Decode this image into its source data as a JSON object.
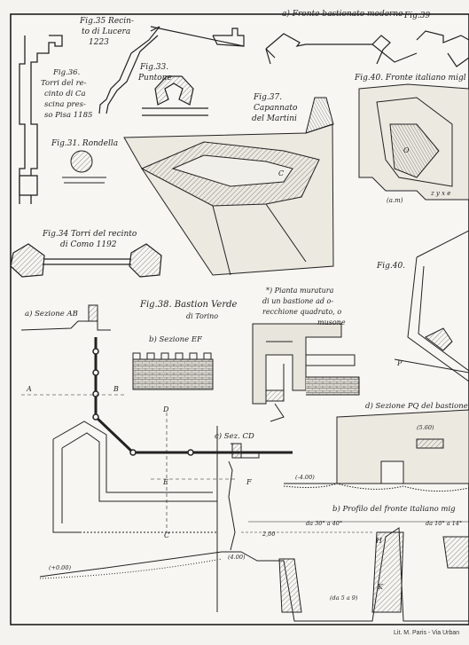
{
  "figures": {
    "fig35": {
      "line1": "Fig.35 Recin-",
      "line2": "to di Lucera",
      "line3": "1223"
    },
    "fig39": {
      "title": "a) Fronte bastionato moderno",
      "num": "Fig.39"
    },
    "fig40": {
      "title": "Fig.40. Fronte italiano migl",
      "num": "Fig.40.",
      "dim_am": "(a.m)",
      "dim_ax": "(a.m)"
    },
    "fig36": {
      "line1": "Fig.36.",
      "line2": "Torri del re-",
      "line3": "cinto di Ca",
      "line4": "scina pres-",
      "line5": "so Pisa 1185"
    },
    "fig33": {
      "line1": "Fig.33.",
      "line2": "Puntone"
    },
    "fig37": {
      "line1": "Fig.37.",
      "line2": "Capannato",
      "line3": "del Martini"
    },
    "fig31": {
      "title": "Fig.31. Rondella"
    },
    "fig34": {
      "line1": "Fig.34 Torri del recinto",
      "line2": "di Como 1192"
    },
    "fig38": {
      "title": "Fig.38. Bastion Verde",
      "sub": "di Torino"
    },
    "pianta": {
      "line1": "*) Pianta muratura",
      "line2": "di un bastione ad o-",
      "line3": "recchione quadrato, o",
      "line4": "musone"
    }
  },
  "sections": {
    "ab": "a) Sezione AB",
    "ef": "b) Sezione EF",
    "cd": "c) Sez. CD",
    "pq": "d) Sezione PQ del bastione",
    "profilo": "b) Profilo del fronte italiano mig"
  },
  "letters": {
    "a": "A",
    "b": "B",
    "c": "C",
    "d": "D",
    "e": "E",
    "f": "F",
    "p": "P",
    "h": "H",
    "k": "K",
    "c37": "C",
    "o": "O",
    "zyxe": "z y x e"
  },
  "dims": {
    "d1": "da 30° a 40°",
    "d2": "da 10° a 14°",
    "d3": "(da 5 a 9)",
    "d4": "(+0.00)",
    "d5": "2,00",
    "d6": "(4.00)",
    "d7": "(5.60)",
    "d8": "(-4.00)"
  },
  "credit": "Lit. M. Paris - Via Urban"
}
